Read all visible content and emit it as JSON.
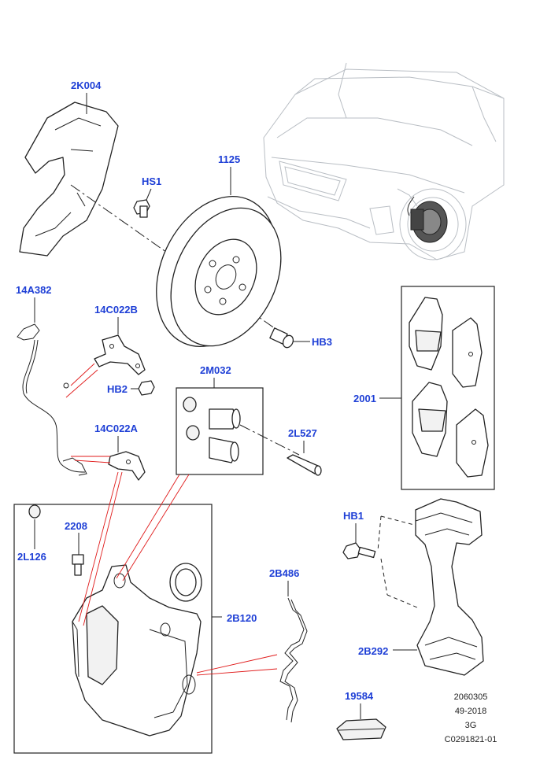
{
  "callouts": {
    "c_2K004": "2K004",
    "c_HS1": "HS1",
    "c_1125": "1125",
    "c_14A382": "14A382",
    "c_14C022B": "14C022B",
    "c_HB3": "HB3",
    "c_2M032": "2M032",
    "c_HB2": "HB2",
    "c_2001": "2001",
    "c_14C022A": "14C022A",
    "c_2L527": "2L527",
    "c_2208": "2208",
    "c_HB1": "HB1",
    "c_2L126": "2L126",
    "c_2B486": "2B486",
    "c_2B120": "2B120",
    "c_2B292": "2B292",
    "c_19584": "19584"
  },
  "reference": {
    "line1": "2060305",
    "line2": "49-2018",
    "line3": "3G",
    "line4": "C0291821-01"
  },
  "colors": {
    "callout": "#1e3fd6",
    "link_line": "#e01a1a",
    "line_art": "#222222",
    "vehicle_outline": "#b9bec4"
  }
}
